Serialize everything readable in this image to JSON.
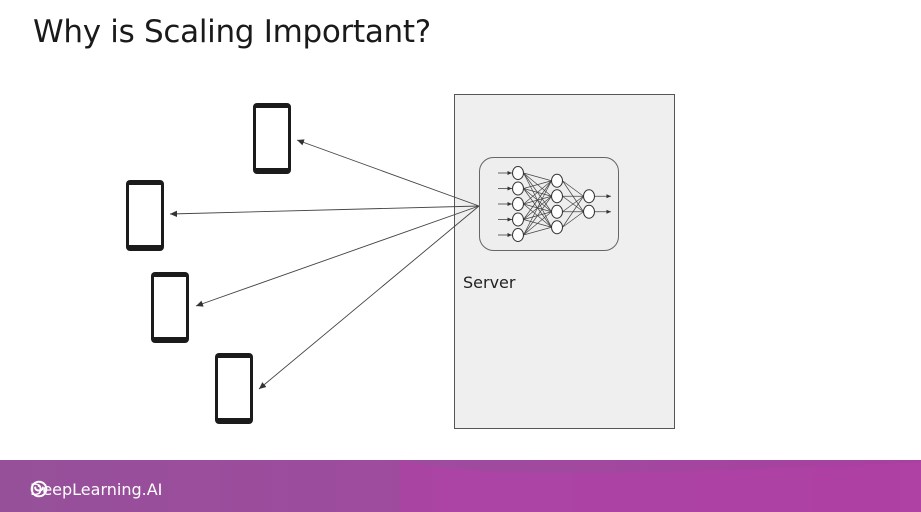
{
  "slide": {
    "title": "Why is Scaling Important?"
  },
  "diagram": {
    "server_label": "Server",
    "devices": [
      "phone",
      "phone",
      "phone",
      "phone"
    ],
    "neural_network": {
      "layers": [
        5,
        4,
        2
      ]
    }
  },
  "footer": {
    "brand_name": "DeepLearning.AI",
    "brand_icon": "deeplearning-logo-icon",
    "colors": {
      "bar": "#a04e9c",
      "wave": "#b43fa8"
    }
  }
}
